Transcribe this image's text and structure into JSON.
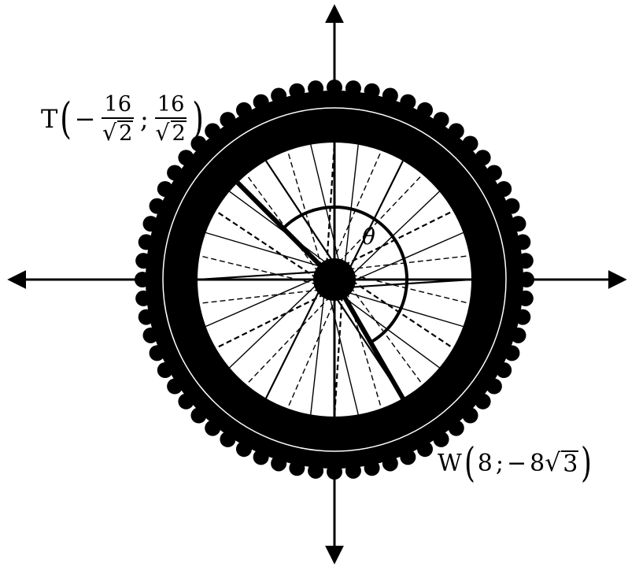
{
  "diagram": {
    "angle_label": "θ",
    "point_T": {
      "letter": "T",
      "x_sign": "−",
      "x_num": "16",
      "x_den_sqrt": "2",
      "separator": ";",
      "y_num": "16",
      "y_den_sqrt": "2"
    },
    "point_W": {
      "letter": "W",
      "x": "8",
      "separator": ";",
      "y_sign": "−",
      "y_coef": "8",
      "y_sqrt": "3"
    },
    "colors": {
      "ink": "#000000",
      "paper": "#ffffff"
    }
  }
}
